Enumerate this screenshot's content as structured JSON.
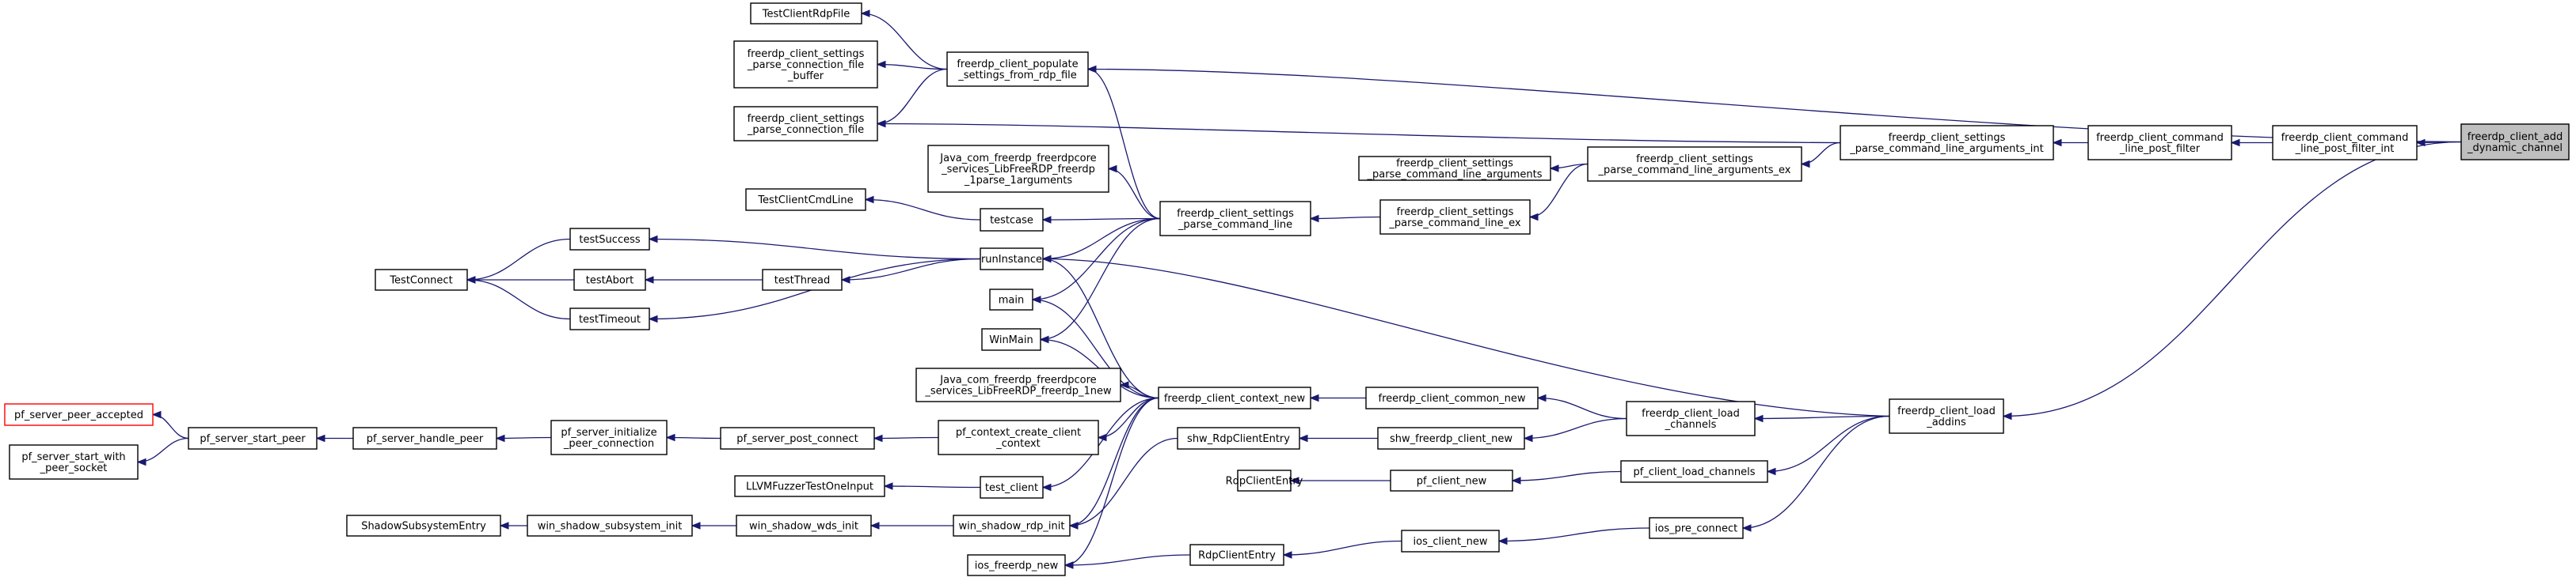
{
  "diagram": {
    "nodes": [
      {
        "id": "target",
        "lines": [
          "freerdp_client_add",
          "_dynamic_channel"
        ],
        "style": "highlight"
      },
      {
        "id": "post_filter_int",
        "lines": [
          "freerdp_client_command",
          "_line_post_filter_int"
        ]
      },
      {
        "id": "post_filter",
        "lines": [
          "freerdp_client_command",
          "_line_post_filter"
        ]
      },
      {
        "id": "parse_args_int",
        "lines": [
          "freerdp_client_settings",
          "_parse_command_line_arguments_int"
        ]
      },
      {
        "id": "parse_args_ex",
        "lines": [
          "freerdp_client_settings",
          "_parse_command_line_arguments_ex"
        ]
      },
      {
        "id": "parse_args",
        "lines": [
          "freerdp_client_settings",
          "_parse_command_line_arguments"
        ]
      },
      {
        "id": "parse_cl_ex",
        "lines": [
          "freerdp_client_settings",
          "_parse_command_line_ex"
        ]
      },
      {
        "id": "parse_cl",
        "lines": [
          "freerdp_client_settings",
          "_parse_command_line"
        ]
      },
      {
        "id": "populate",
        "lines": [
          "freerdp_client_populate",
          "_settings_from_rdp_file"
        ]
      },
      {
        "id": "TestClientRdpFile",
        "lines": [
          "TestClientRdpFile"
        ]
      },
      {
        "id": "conn_file_buffer",
        "lines": [
          "freerdp_client_settings",
          "_parse_connection_file",
          "_buffer"
        ]
      },
      {
        "id": "conn_file",
        "lines": [
          "freerdp_client_settings",
          "_parse_connection_file"
        ]
      },
      {
        "id": "java_parse",
        "lines": [
          "Java_com_freerdp_freerdpcore",
          "_services_LibFreeRDP_freerdp",
          "_1parse_1arguments"
        ]
      },
      {
        "id": "TestClientCmdLine",
        "lines": [
          "TestClientCmdLine"
        ]
      },
      {
        "id": "testcase",
        "lines": [
          "testcase"
        ]
      },
      {
        "id": "testSuccess",
        "lines": [
          "testSuccess"
        ]
      },
      {
        "id": "runInstance",
        "lines": [
          "runInstance"
        ]
      },
      {
        "id": "testAbort",
        "lines": [
          "testAbort"
        ]
      },
      {
        "id": "testThread",
        "lines": [
          "testThread"
        ]
      },
      {
        "id": "TestConnect",
        "lines": [
          "TestConnect"
        ]
      },
      {
        "id": "testTimeout",
        "lines": [
          "testTimeout"
        ]
      },
      {
        "id": "main",
        "lines": [
          "main"
        ]
      },
      {
        "id": "WinMain",
        "lines": [
          "WinMain"
        ]
      },
      {
        "id": "java_new",
        "lines": [
          "Java_com_freerdp_freerdpcore",
          "_services_LibFreeRDP_freerdp_1new"
        ]
      },
      {
        "id": "context_new",
        "lines": [
          "freerdp_client_context_new"
        ]
      },
      {
        "id": "common_new",
        "lines": [
          "freerdp_client_common_new"
        ]
      },
      {
        "id": "load_channels_a",
        "lines": [
          "freerdp_client_load",
          "_channels"
        ]
      },
      {
        "id": "load_addins",
        "lines": [
          "freerdp_client_load",
          "_addins"
        ]
      },
      {
        "id": "pf_server_peer_accepted",
        "lines": [
          "pf_server_peer_accepted"
        ],
        "style": "red"
      },
      {
        "id": "pf_server_start_peer",
        "lines": [
          "pf_server_start_peer"
        ]
      },
      {
        "id": "pf_server_start_with_peer_socket",
        "lines": [
          "pf_server_start_with",
          "_peer_socket"
        ]
      },
      {
        "id": "pf_server_handle_peer",
        "lines": [
          "pf_server_handle_peer"
        ]
      },
      {
        "id": "pf_server_initialize",
        "lines": [
          "pf_server_initialize",
          "_peer_connection"
        ]
      },
      {
        "id": "pf_server_post_connect",
        "lines": [
          "pf_server_post_connect"
        ]
      },
      {
        "id": "pf_context_create",
        "lines": [
          "pf_context_create_client",
          "_context"
        ]
      },
      {
        "id": "shw_RdpClientEntry",
        "lines": [
          "shw_RdpClientEntry"
        ]
      },
      {
        "id": "shw_freerdp_client_new",
        "lines": [
          "shw_freerdp_client_new"
        ]
      },
      {
        "id": "RdpClientEntry1",
        "lines": [
          "RdpClientEntry"
        ]
      },
      {
        "id": "pf_client_new",
        "lines": [
          "pf_client_new"
        ]
      },
      {
        "id": "pf_client_load_channels",
        "lines": [
          "pf_client_load_channels"
        ]
      },
      {
        "id": "LLVMFuzzer",
        "lines": [
          "LLVMFuzzerTestOneInput"
        ]
      },
      {
        "id": "test_client",
        "lines": [
          "test_client"
        ]
      },
      {
        "id": "ShadowSubsystemEntry",
        "lines": [
          "ShadowSubsystemEntry"
        ]
      },
      {
        "id": "win_shadow_subsystem_init",
        "lines": [
          "win_shadow_subsystem_init"
        ]
      },
      {
        "id": "win_shadow_wds_init",
        "lines": [
          "win_shadow_wds_init"
        ]
      },
      {
        "id": "win_shadow_rdp_init",
        "lines": [
          "win_shadow_rdp_init"
        ]
      },
      {
        "id": "ios_freerdp_new",
        "lines": [
          "ios_freerdp_new"
        ]
      },
      {
        "id": "RdpClientEntry2",
        "lines": [
          "RdpClientEntry"
        ]
      },
      {
        "id": "ios_client_new",
        "lines": [
          "ios_client_new"
        ]
      },
      {
        "id": "ios_pre_connect",
        "lines": [
          "ios_pre_connect"
        ]
      }
    ],
    "edges": [
      [
        "post_filter_int",
        "target"
      ],
      [
        "populate",
        "target"
      ],
      [
        "load_addins",
        "target"
      ],
      [
        "post_filter",
        "post_filter_int"
      ],
      [
        "parse_args_int",
        "post_filter"
      ],
      [
        "parse_args_ex",
        "parse_args_int"
      ],
      [
        "parse_args_int",
        "conn_file"
      ],
      [
        "parse_args",
        "parse_args_ex"
      ],
      [
        "parse_cl_ex",
        "parse_args_ex"
      ],
      [
        "parse_cl",
        "parse_cl_ex"
      ],
      [
        "parse_cl",
        "populate"
      ],
      [
        "TestClientRdpFile",
        "populate"
      ],
      [
        "conn_file_buffer",
        "populate"
      ],
      [
        "conn_file",
        "populate"
      ],
      [
        "java_parse",
        "parse_cl"
      ],
      [
        "testcase",
        "parse_cl"
      ],
      [
        "runInstance",
        "parse_cl"
      ],
      [
        "main",
        "parse_cl"
      ],
      [
        "WinMain",
        "parse_cl"
      ],
      [
        "TestClientCmdLine",
        "testcase"
      ],
      [
        "testSuccess",
        "runInstance"
      ],
      [
        "testThread",
        "runInstance"
      ],
      [
        "testTimeout",
        "runInstance"
      ],
      [
        "runInstance",
        "load_addins"
      ],
      [
        "testAbort",
        "testThread"
      ],
      [
        "TestConnect",
        "testSuccess"
      ],
      [
        "TestConnect",
        "testAbort"
      ],
      [
        "TestConnect",
        "testTimeout"
      ],
      [
        "runInstance",
        "context_new"
      ],
      [
        "main",
        "context_new"
      ],
      [
        "WinMain",
        "context_new"
      ],
      [
        "java_new",
        "context_new"
      ],
      [
        "pf_context_create",
        "context_new"
      ],
      [
        "test_client",
        "context_new"
      ],
      [
        "win_shadow_rdp_init",
        "context_new"
      ],
      [
        "ios_freerdp_new",
        "context_new"
      ],
      [
        "context_new",
        "common_new"
      ],
      [
        "common_new",
        "load_channels_a"
      ],
      [
        "shw_freerdp_client_new",
        "load_channels_a"
      ],
      [
        "load_channels_a",
        "load_addins"
      ],
      [
        "pf_client_load_channels",
        "load_addins"
      ],
      [
        "ios_pre_connect",
        "load_addins"
      ],
      [
        "pf_server_peer_accepted",
        "pf_server_start_peer"
      ],
      [
        "pf_server_start_with_peer_socket",
        "pf_server_start_peer"
      ],
      [
        "pf_server_start_peer",
        "pf_server_handle_peer"
      ],
      [
        "pf_server_handle_peer",
        "pf_server_initialize"
      ],
      [
        "pf_server_initialize",
        "pf_server_post_connect"
      ],
      [
        "pf_server_post_connect",
        "pf_context_create"
      ],
      [
        "shw_RdpClientEntry",
        "shw_freerdp_client_new"
      ],
      [
        "RdpClientEntry1",
        "pf_client_new"
      ],
      [
        "pf_client_new",
        "pf_client_load_channels"
      ],
      [
        "LLVMFuzzer",
        "test_client"
      ],
      [
        "ShadowSubsystemEntry",
        "win_shadow_subsystem_init"
      ],
      [
        "win_shadow_subsystem_init",
        "win_shadow_wds_init"
      ],
      [
        "win_shadow_wds_init",
        "win_shadow_rdp_init"
      ],
      [
        "win_shadow_rdp_init",
        "shw_RdpClientEntry"
      ],
      [
        "ios_freerdp_new",
        "RdpClientEntry2"
      ],
      [
        "RdpClientEntry2",
        "ios_client_new"
      ],
      [
        "ios_client_new",
        "ios_pre_connect"
      ]
    ]
  }
}
